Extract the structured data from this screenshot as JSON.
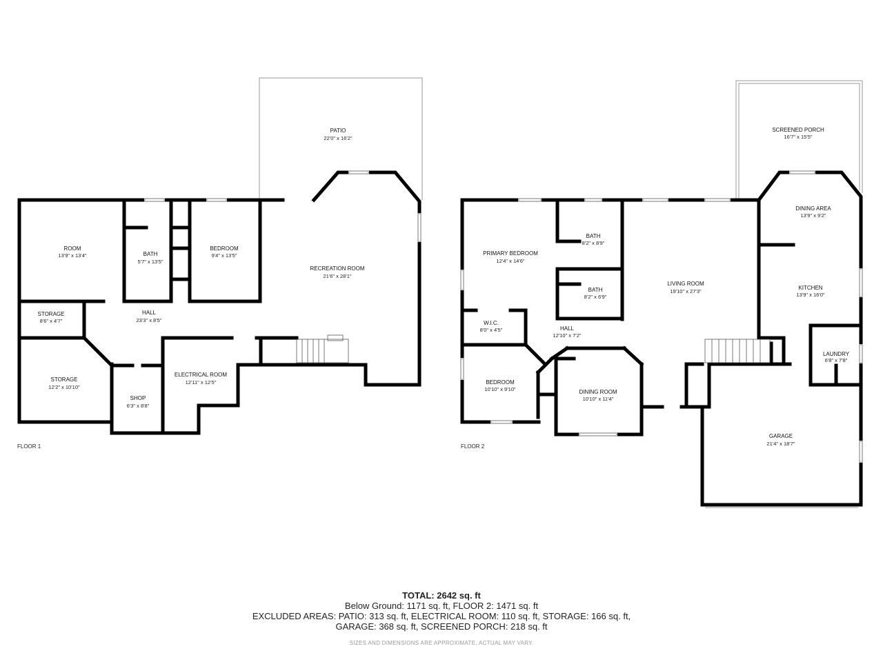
{
  "floors": [
    {
      "label": "FLOOR 1",
      "rooms": [
        {
          "name": "PATIO",
          "dims": "22'0\" x 16'2\""
        },
        {
          "name": "ROOM",
          "dims": "13'9\" x 13'4\""
        },
        {
          "name": "BATH",
          "dims": "5'7\" x 13'5\""
        },
        {
          "name": "BEDROOM",
          "dims": "9'4\" x 13'5\""
        },
        {
          "name": "RECREATION ROOM",
          "dims": "21'6\" x 28'1\""
        },
        {
          "name": "STORAGE",
          "dims": "8'6\" x 4'7\""
        },
        {
          "name": "HALL",
          "dims": "23'3\" x 8'5\""
        },
        {
          "name": "STORAGE",
          "dims": "12'2\" x 10'10\""
        },
        {
          "name": "SHOP",
          "dims": "6'3\" x 8'8\""
        },
        {
          "name": "ELECTRICAL ROOM",
          "dims": "12'11\" x 12'5\""
        }
      ]
    },
    {
      "label": "FLOOR 2",
      "rooms": [
        {
          "name": "SCREENED PORCH",
          "dims": "16'7\" x 15'5\""
        },
        {
          "name": "PRIMARY BEDROOM",
          "dims": "12'4\" x 14'6\""
        },
        {
          "name": "BATH",
          "dims": "8'2\" x 8'9\""
        },
        {
          "name": "BATH",
          "dims": "8'2\" x 6'9\""
        },
        {
          "name": "LIVING ROOM",
          "dims": "19'10\" x 27'3\""
        },
        {
          "name": "DINING AREA",
          "dims": "13'9\" x 9'2\""
        },
        {
          "name": "KITCHEN",
          "dims": "13'9\" x 16'0\""
        },
        {
          "name": "W.I.C.",
          "dims": "8'0\" x 4'5\""
        },
        {
          "name": "HALL",
          "dims": "12'10\" x 7'2\""
        },
        {
          "name": "LAUNDRY",
          "dims": "6'8\" x 7'8\""
        },
        {
          "name": "BEDROOM",
          "dims": "10'10\" x 9'10\""
        },
        {
          "name": "DINING ROOM",
          "dims": "10'10\" x 11'4\""
        },
        {
          "name": "GARAGE",
          "dims": "21'4\" x 18'7\""
        }
      ]
    }
  ],
  "summary": {
    "total": "TOTAL: 2642 sq. ft",
    "line1": "Below Ground: 1171 sq. ft, FLOOR 2: 1471 sq. ft",
    "line2": "EXCLUDED AREAS: PATIO: 313 sq. ft, ELECTRICAL ROOM: 110 sq. ft, STORAGE: 166 sq. ft,",
    "line3": "GARAGE: 368 sq. ft, SCREENED PORCH: 218 sq. ft",
    "disclaimer": "SIZES AND DIMENSIONS ARE APPROXIMATE, ACTUAL MAY VARY."
  }
}
